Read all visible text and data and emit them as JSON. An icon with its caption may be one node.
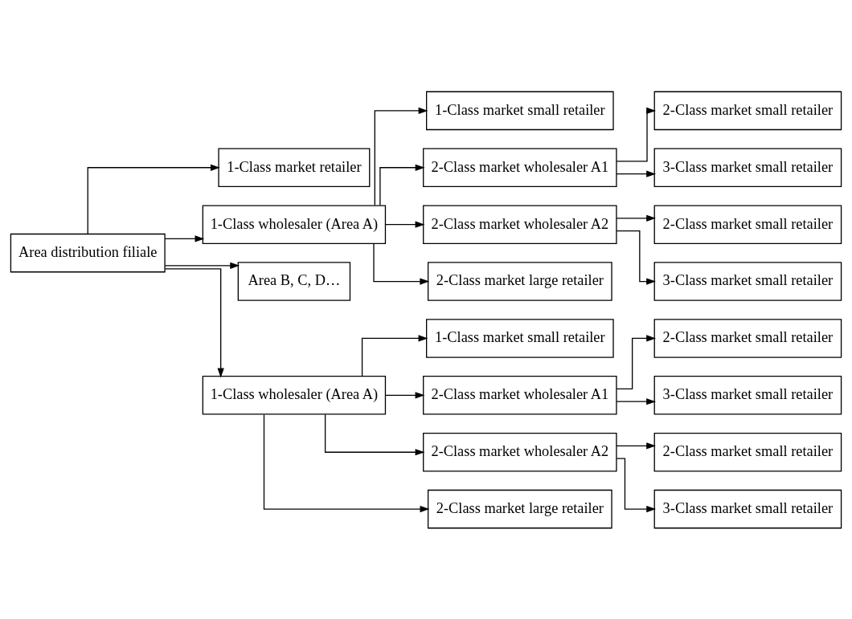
{
  "diagram": {
    "nodes": [
      {
        "text": [
          "Area distribution filiale"
        ]
      },
      {
        "text": [
          "1-Class market retailer"
        ]
      },
      {
        "text": [
          "1-Class wholesaler (Area A)"
        ]
      },
      {
        "text": [
          "Area B, C, D…"
        ]
      },
      {
        "text": [
          "1-Class wholesaler (Area A)"
        ]
      },
      {
        "text": [
          "1-Class market small retailer"
        ]
      },
      {
        "text": [
          "2-Class market wholesaler A1"
        ]
      },
      {
        "text": [
          "2-Class market wholesaler A2"
        ]
      },
      {
        "text": [
          "2-Class market large retailer"
        ]
      },
      {
        "text": [
          "2-Class market small retailer"
        ]
      },
      {
        "text": [
          "3-Class market small retailer"
        ]
      },
      {
        "text": [
          "2-Class market small retailer"
        ]
      },
      {
        "text": [
          "3-Class market small retailer"
        ]
      },
      {
        "text": [
          "1-Class market small retailer"
        ]
      },
      {
        "text": [
          "2-Class market wholesaler A1"
        ]
      },
      {
        "text": [
          "2-Class market wholesaler A2"
        ]
      },
      {
        "text": [
          "2-Class market large retailer"
        ]
      },
      {
        "text": [
          "2-Class market small retailer"
        ]
      },
      {
        "text": [
          "3-Class market small retailer"
        ]
      },
      {
        "text": [
          "2-Class market small retailer"
        ]
      },
      {
        "text": [
          "3-Class market small retailer"
        ]
      }
    ],
    "edges": [
      {
        "from": 0,
        "to": 1,
        "arrow": "to"
      },
      {
        "from": 0,
        "to": 2,
        "arrow": "to"
      },
      {
        "from": 0,
        "to": 3,
        "arrow": "to"
      },
      {
        "from": 0,
        "to": 4,
        "arrow": "to"
      },
      {
        "from": 2,
        "to": 5,
        "arrow": "to"
      },
      {
        "from": 2,
        "to": 6,
        "arrow": "to"
      },
      {
        "from": 2,
        "to": 7,
        "arrow": "to"
      },
      {
        "from": 2,
        "to": 8,
        "arrow": "to"
      },
      {
        "from": 6,
        "to": 9,
        "arrow": "to"
      },
      {
        "from": 6,
        "to": 10,
        "arrow": "to"
      },
      {
        "from": 7,
        "to": 11,
        "arrow": "to"
      },
      {
        "from": 7,
        "to": 12,
        "arrow": "to"
      },
      {
        "from": 4,
        "to": 13,
        "arrow": "to"
      },
      {
        "from": 4,
        "to": 14,
        "arrow": "to"
      },
      {
        "from": 4,
        "to": 15,
        "arrow": "to"
      },
      {
        "from": 4,
        "to": 16,
        "arrow": "to"
      },
      {
        "from": 14,
        "to": 17,
        "arrow": "to"
      },
      {
        "from": 14,
        "to": 18,
        "arrow": "to"
      },
      {
        "from": 15,
        "to": 19,
        "arrow": "to"
      },
      {
        "from": 15,
        "to": 20,
        "arrow": "to"
      }
    ]
  }
}
